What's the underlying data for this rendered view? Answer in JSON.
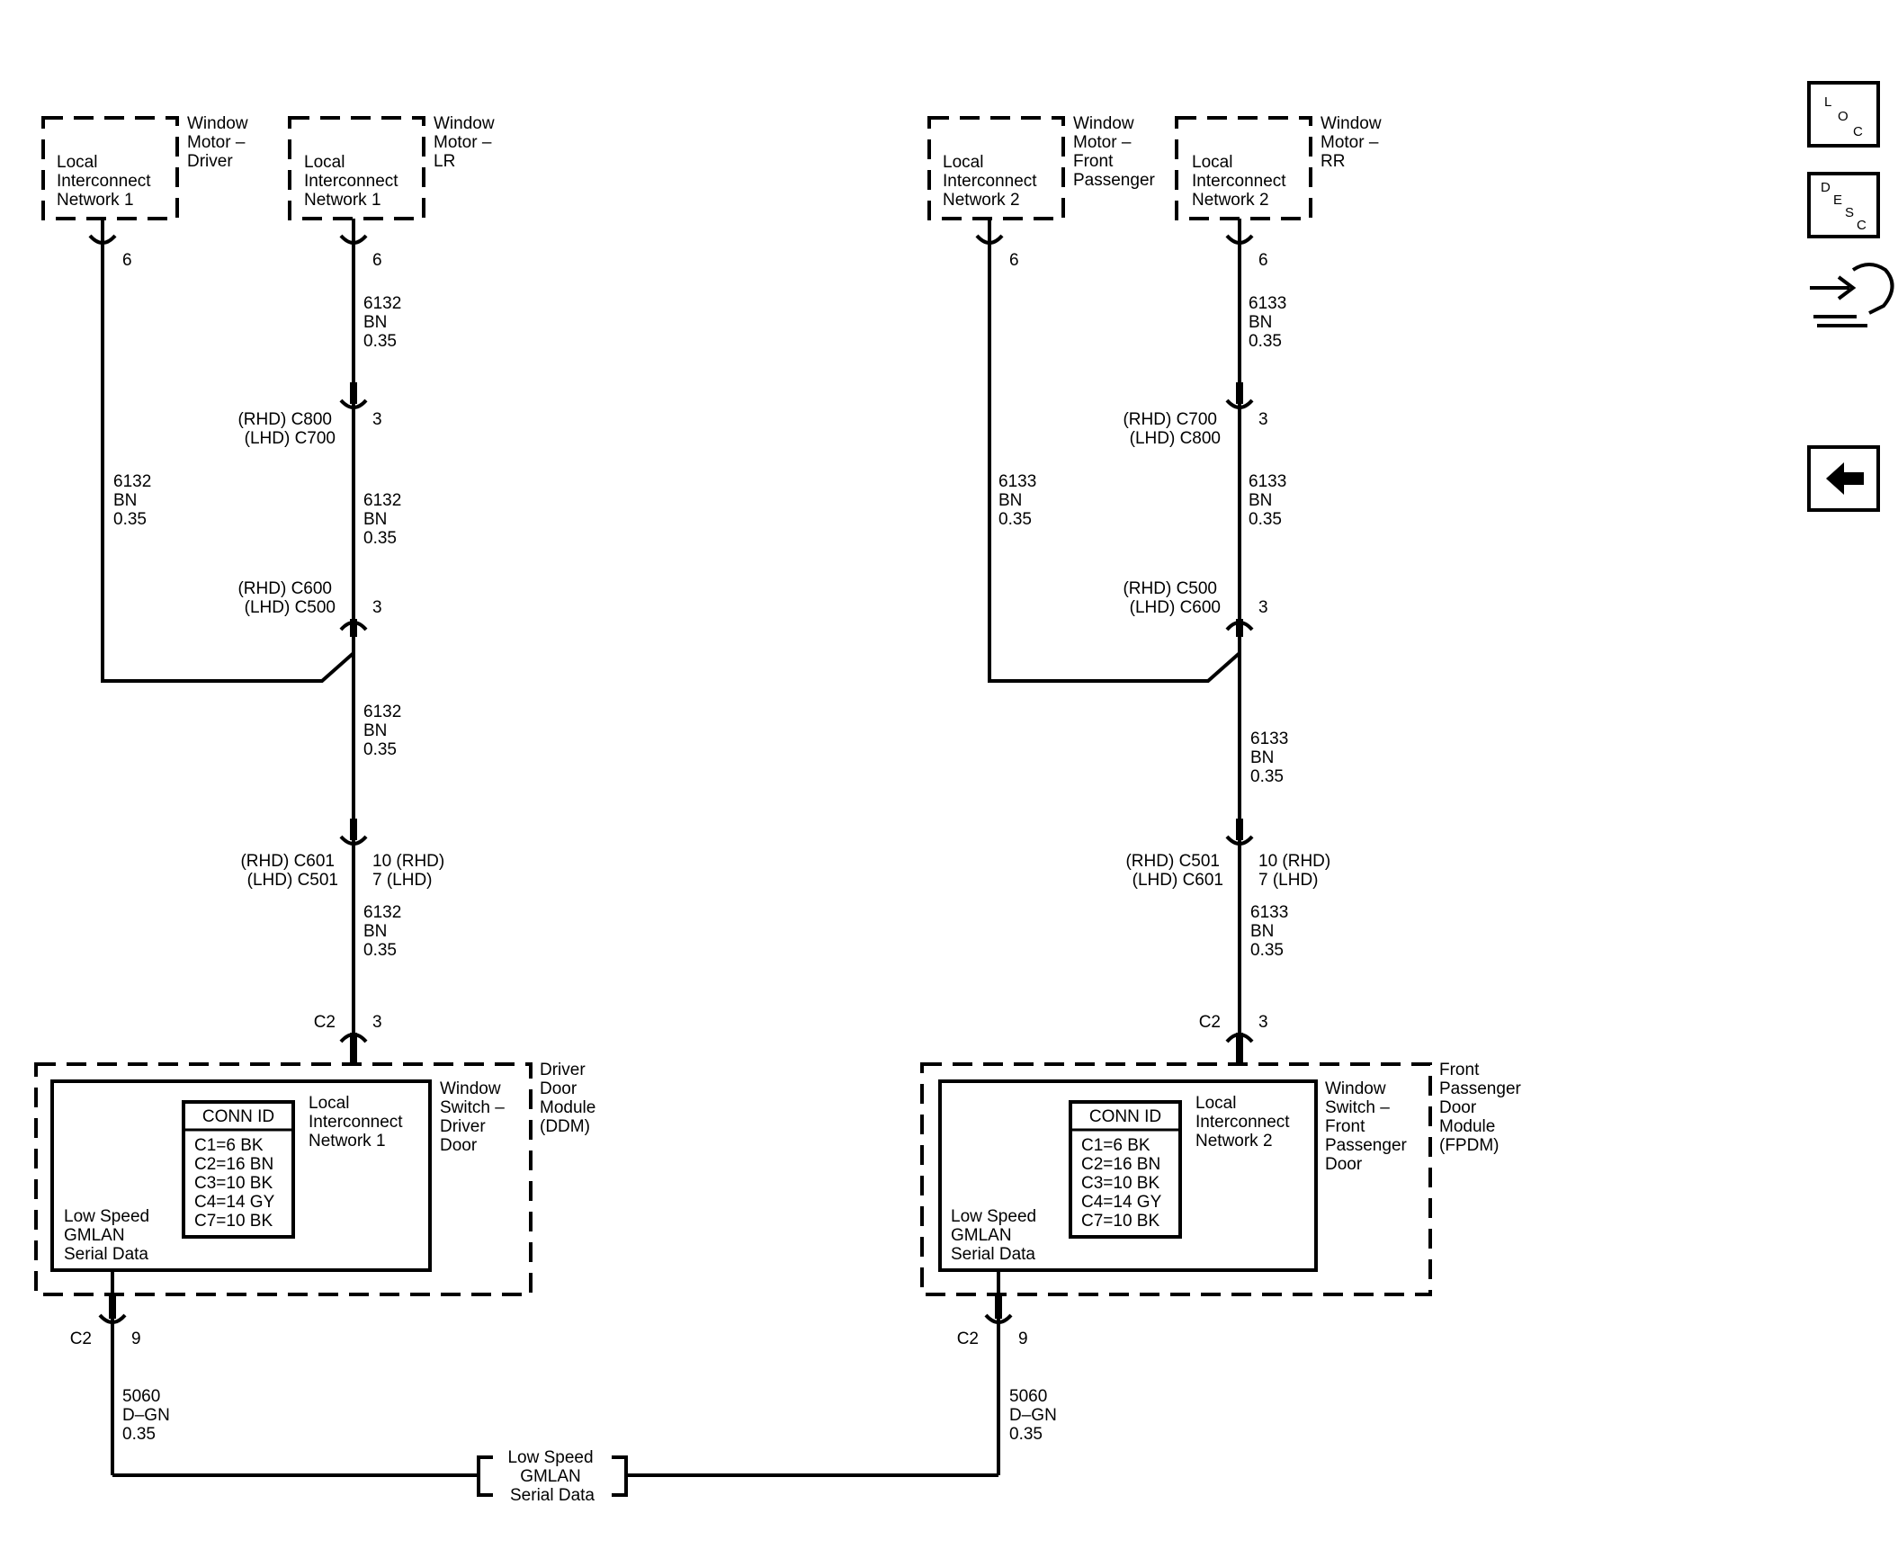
{
  "left": {
    "mod1": {
      "name": [
        "Window",
        "Motor –",
        "Driver"
      ],
      "sub": [
        "Local",
        "Interconnect",
        "Network 1"
      ],
      "pin": "6"
    },
    "mod2": {
      "name": [
        "Window",
        "Motor –",
        "LR"
      ],
      "sub": [
        "Local",
        "Interconnect",
        "Network 1"
      ],
      "pin": "6"
    },
    "wireA": [
      "6132",
      "BN",
      "0.35"
    ],
    "wireLeft": [
      "6132",
      "BN",
      "0.35"
    ],
    "conn1": {
      "name": [
        "(RHD) C800",
        "(LHD) C700"
      ],
      "pin": "3"
    },
    "wireB": [
      "6132",
      "BN",
      "0.35"
    ],
    "conn2": {
      "name": [
        "(RHD) C600",
        "(LHD) C500"
      ],
      "pin": "3"
    },
    "wireC": [
      "6132",
      "BN",
      "0.35"
    ],
    "conn3": {
      "name": [
        "(RHD) C601",
        "(LHD) C501"
      ],
      "pin": [
        "10 (RHD)",
        "7 (LHD)"
      ]
    },
    "wireD": [
      "6132",
      "BN",
      "0.35"
    ],
    "topConn": {
      "name": "C2",
      "pin": "3"
    },
    "module": {
      "name": [
        "Driver",
        "Door",
        "Module",
        "(DDM)"
      ],
      "switch": [
        "Window",
        "Switch –",
        "Driver",
        "Door"
      ],
      "lin": [
        "Local",
        "Interconnect",
        "Network 1"
      ],
      "gmlan": [
        "Low Speed",
        "GMLAN",
        "Serial Data"
      ],
      "conn_id": {
        "title": "CONN ID",
        "rows": [
          "C1=6 BK",
          "C2=16 BN",
          "C3=10 BK",
          "C4=14 GY",
          "C7=10 BK"
        ]
      }
    },
    "botConn": {
      "name": "C2",
      "pin": "9"
    },
    "busWire": [
      "5060",
      "D–GN",
      "0.35"
    ]
  },
  "right": {
    "mod1": {
      "name": [
        "Window",
        "Motor –",
        "Front",
        "Passenger"
      ],
      "sub": [
        "Local",
        "Interconnect",
        "Network 2"
      ],
      "pin": "6"
    },
    "mod2": {
      "name": [
        "Window",
        "Motor –",
        "RR"
      ],
      "sub": [
        "Local",
        "Interconnect",
        "Network 2"
      ],
      "pin": "6"
    },
    "wireA": [
      "6133",
      "BN",
      "0.35"
    ],
    "wireLeft": [
      "6133",
      "BN",
      "0.35"
    ],
    "conn1": {
      "name": [
        "(RHD) C700",
        "(LHD) C800"
      ],
      "pin": "3"
    },
    "wireB": [
      "6133",
      "BN",
      "0.35"
    ],
    "conn2": {
      "name": [
        "(RHD) C500",
        "(LHD) C600"
      ],
      "pin": "3"
    },
    "wireC": [
      "6133",
      "BN",
      "0.35"
    ],
    "conn3": {
      "name": [
        "(RHD) C501",
        "(LHD) C601"
      ],
      "pin": [
        "10 (RHD)",
        "7 (LHD)"
      ]
    },
    "wireD": [
      "6133",
      "BN",
      "0.35"
    ],
    "topConn": {
      "name": "C2",
      "pin": "3"
    },
    "module": {
      "name": [
        "Front",
        "Passenger",
        "Door",
        "Module",
        "(FPDM)"
      ],
      "switch": [
        "Window",
        "Switch –",
        "Front",
        "Passenger",
        "Door"
      ],
      "lin": [
        "Local",
        "Interconnect",
        "Network 2"
      ],
      "gmlan": [
        "Low Speed",
        "GMLAN",
        "Serial Data"
      ],
      "conn_id": {
        "title": "CONN ID",
        "rows": [
          "C1=6 BK",
          "C2=16 BN",
          "C3=10 BK",
          "C4=14 GY",
          "C7=10 BK"
        ]
      }
    },
    "botConn": {
      "name": "C2",
      "pin": "9"
    },
    "busWire": [
      "5060",
      "D–GN",
      "0.35"
    ]
  },
  "bus_label": [
    "Low Speed",
    "GMLAN",
    "Serial Data"
  ],
  "side_buttons": {
    "loc": [
      "L",
      "O",
      "C"
    ],
    "desc": [
      "D",
      "E",
      "S",
      "C"
    ],
    "swap_icon": "harness-swap-icon",
    "back_icon": "back-arrow-icon"
  }
}
